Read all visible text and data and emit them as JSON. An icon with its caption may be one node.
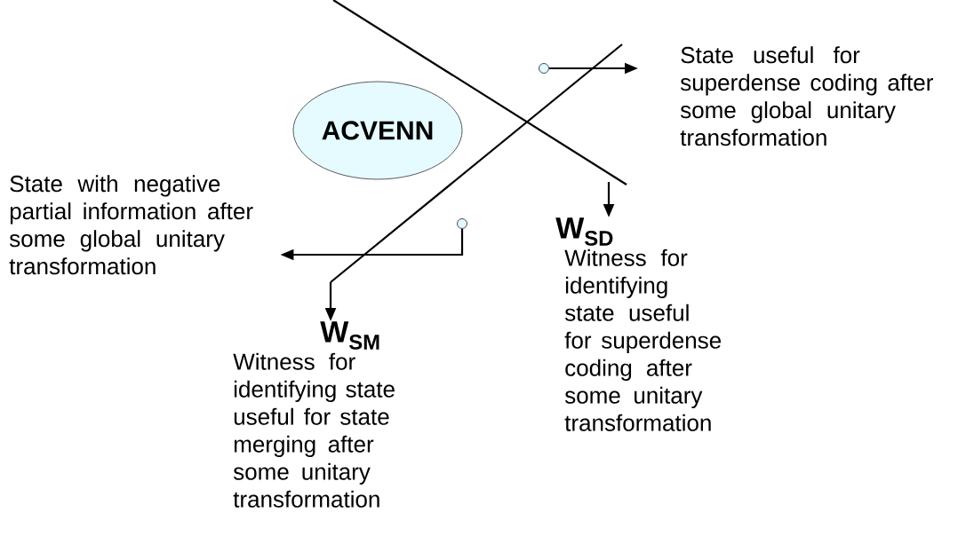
{
  "diagram": {
    "nodes": [
      {
        "text": [
          "ACVENN"
        ]
      },
      {
        "text": [
          "State useful for superdense coding after some global unitary transformation"
        ]
      },
      {
        "text": [
          "State with negative partial information after some global unitary transformation"
        ]
      },
      {
        "text": [
          "W$_{SD}$",
          "Witness for identifying state useful for superdense coding after some unitary transformation"
        ]
      },
      {
        "text": [
          "W$_{SM}$",
          "Witness for identifying state useful for state merging after some unitary transformation"
        ]
      },
      {
        "text": [],
        "shape": "circle"
      },
      {
        "text": [],
        "shape": "circle"
      }
    ],
    "edges": [
      {
        "from": 5,
        "to": 1,
        "arrow": "to"
      },
      {
        "from": 6,
        "to": 2,
        "arrow": "to"
      },
      {
        "from": null,
        "to": 3,
        "arrow": "to"
      },
      {
        "from": null,
        "to": 4,
        "arrow": "to"
      }
    ]
  }
}
